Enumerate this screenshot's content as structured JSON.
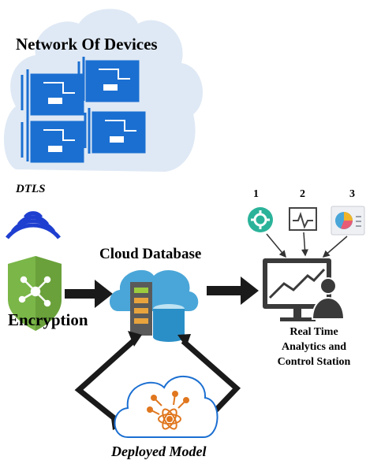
{
  "labels": {
    "network_title": "Network Of Devices",
    "dtls": "DTLS",
    "encryption": "Encryption",
    "cloud_database": "Cloud Database",
    "deployed_model": "Deployed Model",
    "station": "Real Time Analytics and Control Station"
  },
  "steps": [
    "1",
    "2",
    "3"
  ],
  "colors": {
    "cloud_light": "#dce8f6",
    "circuit_blue": "#1b6fd1",
    "shield_green": "#7ab648",
    "arrow": "#1a1a1a",
    "db_cylinder": "#4aa6d8",
    "model_orange": "#e0771f",
    "gear_teal": "#2bb39a"
  }
}
